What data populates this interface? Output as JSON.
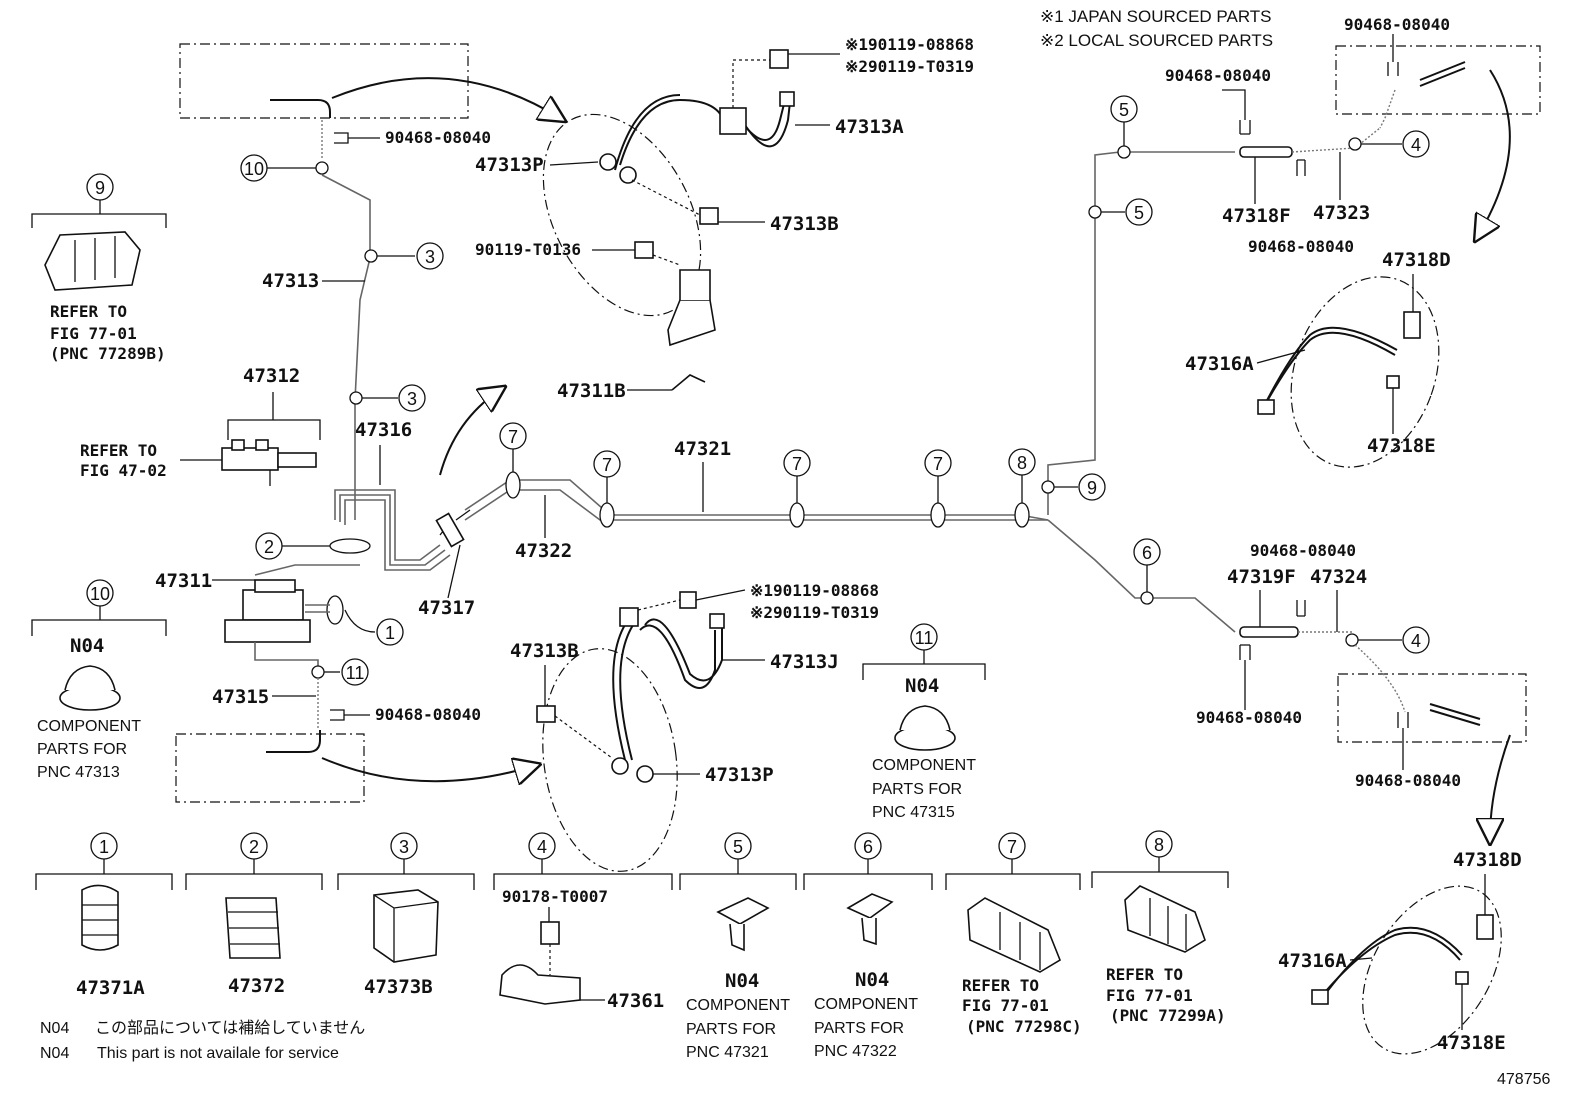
{
  "notes": {
    "japan": "※1 JAPAN SOURCED PARTS",
    "local": "※2 LOCAL SOURCED PARTS"
  },
  "callouts": {
    "c1": "1",
    "c2": "2",
    "c3": "3",
    "c4": "4",
    "c5": "5",
    "c6": "6",
    "c7": "7",
    "c8": "8",
    "c9": "9",
    "c10": "10",
    "c11": "11"
  },
  "parts": {
    "p47313A": "47313A",
    "p47313P_top": "47313P",
    "p47313B_top": "47313B",
    "p47313": "47313",
    "p47312": "47312",
    "p47316": "47316",
    "p47311": "47311",
    "p47315": "47315",
    "p47317": "47317",
    "p47322": "47322",
    "p47321": "47321",
    "p47311B": "47311B",
    "p47313B_bot": "47313B",
    "p47313J": "47313J",
    "p47313P_bot": "47313P",
    "p47318F": "47318F",
    "p47323": "47323",
    "p47318D_top": "47318D",
    "p47316A_top": "47316A",
    "p47318E_top": "47318E",
    "p47319F": "47319F",
    "p47324": "47324",
    "p47318D_bot": "47318D",
    "p47316A_bot": "47316A",
    "p47318E_bot": "47318E",
    "p47371A": "47371A",
    "p47372": "47372",
    "p47373B": "47373B",
    "p47361": "47361"
  },
  "fasteners": {
    "f90468_top_left": "90468-08040",
    "f90468_bot_left": "90468-08040",
    "f90468_right_top1": "90468-08040",
    "f90468_right_top2": "90468-08040",
    "f90468_right_top3": "90468-08040",
    "f90468_right_mid1": "90468-08040",
    "f90468_right_mid2": "90468-08040",
    "f90468_right_bot": "90468-08040",
    "f90119_08868_top": "※190119-08868",
    "f90119_T0319_top": "※290119-T0319",
    "f90119_08868_bot": "※190119-08868",
    "f90119_T0319_bot": "※290119-T0319",
    "f90119_T0136": "90119-T0136",
    "f90178_T0007": "90178-T0007"
  },
  "refs": {
    "refer_to": "REFER TO",
    "fig_77_01": "FIG 77-01",
    "pnc_77289B": "(PNC 77289B)",
    "fig_47_02": "FIG 47-02",
    "pnc_77298C": "(PNC 77298C)",
    "pnc_77299A": "(PNC 77299A)"
  },
  "components": {
    "n04": "N04",
    "component_parts_for": "COMPONENT",
    "parts_for": "PARTS FOR",
    "pnc_47313": "PNC 47313",
    "pnc_47315": "PNC 47315",
    "pnc_47321": "PNC 47321",
    "pnc_47322": "PNC 47322"
  },
  "footer": {
    "n04_a": "N04",
    "jp_note": "この部品については補給していません",
    "n04_b": "N04",
    "en_note": "This part is not availale for service",
    "diagram_id": "478756"
  }
}
